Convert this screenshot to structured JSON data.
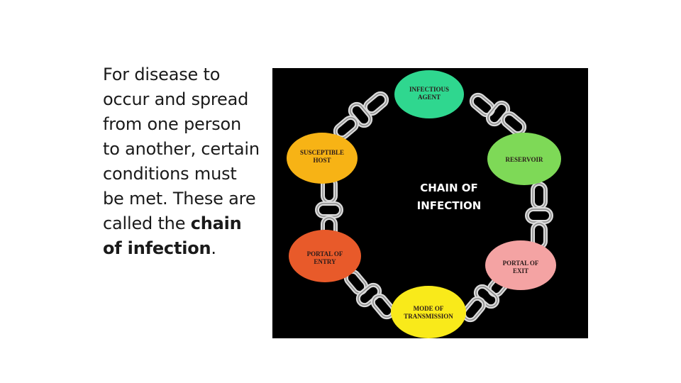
{
  "paragraph": {
    "lead": "For disease to occur and spread from one person to another, certain conditions must be met.  These are called the ",
    "emphasis": "chain of infection",
    "tail": "."
  },
  "diagram": {
    "center_line1": "CHAIN OF",
    "center_line2": "INFECTION",
    "nodes": [
      {
        "line1": "INFECTIOUS",
        "line2": "AGENT",
        "color": "#2fd78f"
      },
      {
        "line1": "RESERVOIR",
        "line2": "",
        "color": "#7ed957"
      },
      {
        "line1": "PORTAL OF",
        "line2": "EXIT",
        "color": "#f4a3a3"
      },
      {
        "line1": "MODE OF",
        "line2": "TRANSMISSION",
        "color": "#f9ea1a"
      },
      {
        "line1": "PORTAL OF",
        "line2": "ENTRY",
        "color": "#e85a2a"
      },
      {
        "line1": "SUSCEPTIBLE",
        "line2": "HOST",
        "color": "#f7b315"
      }
    ]
  }
}
